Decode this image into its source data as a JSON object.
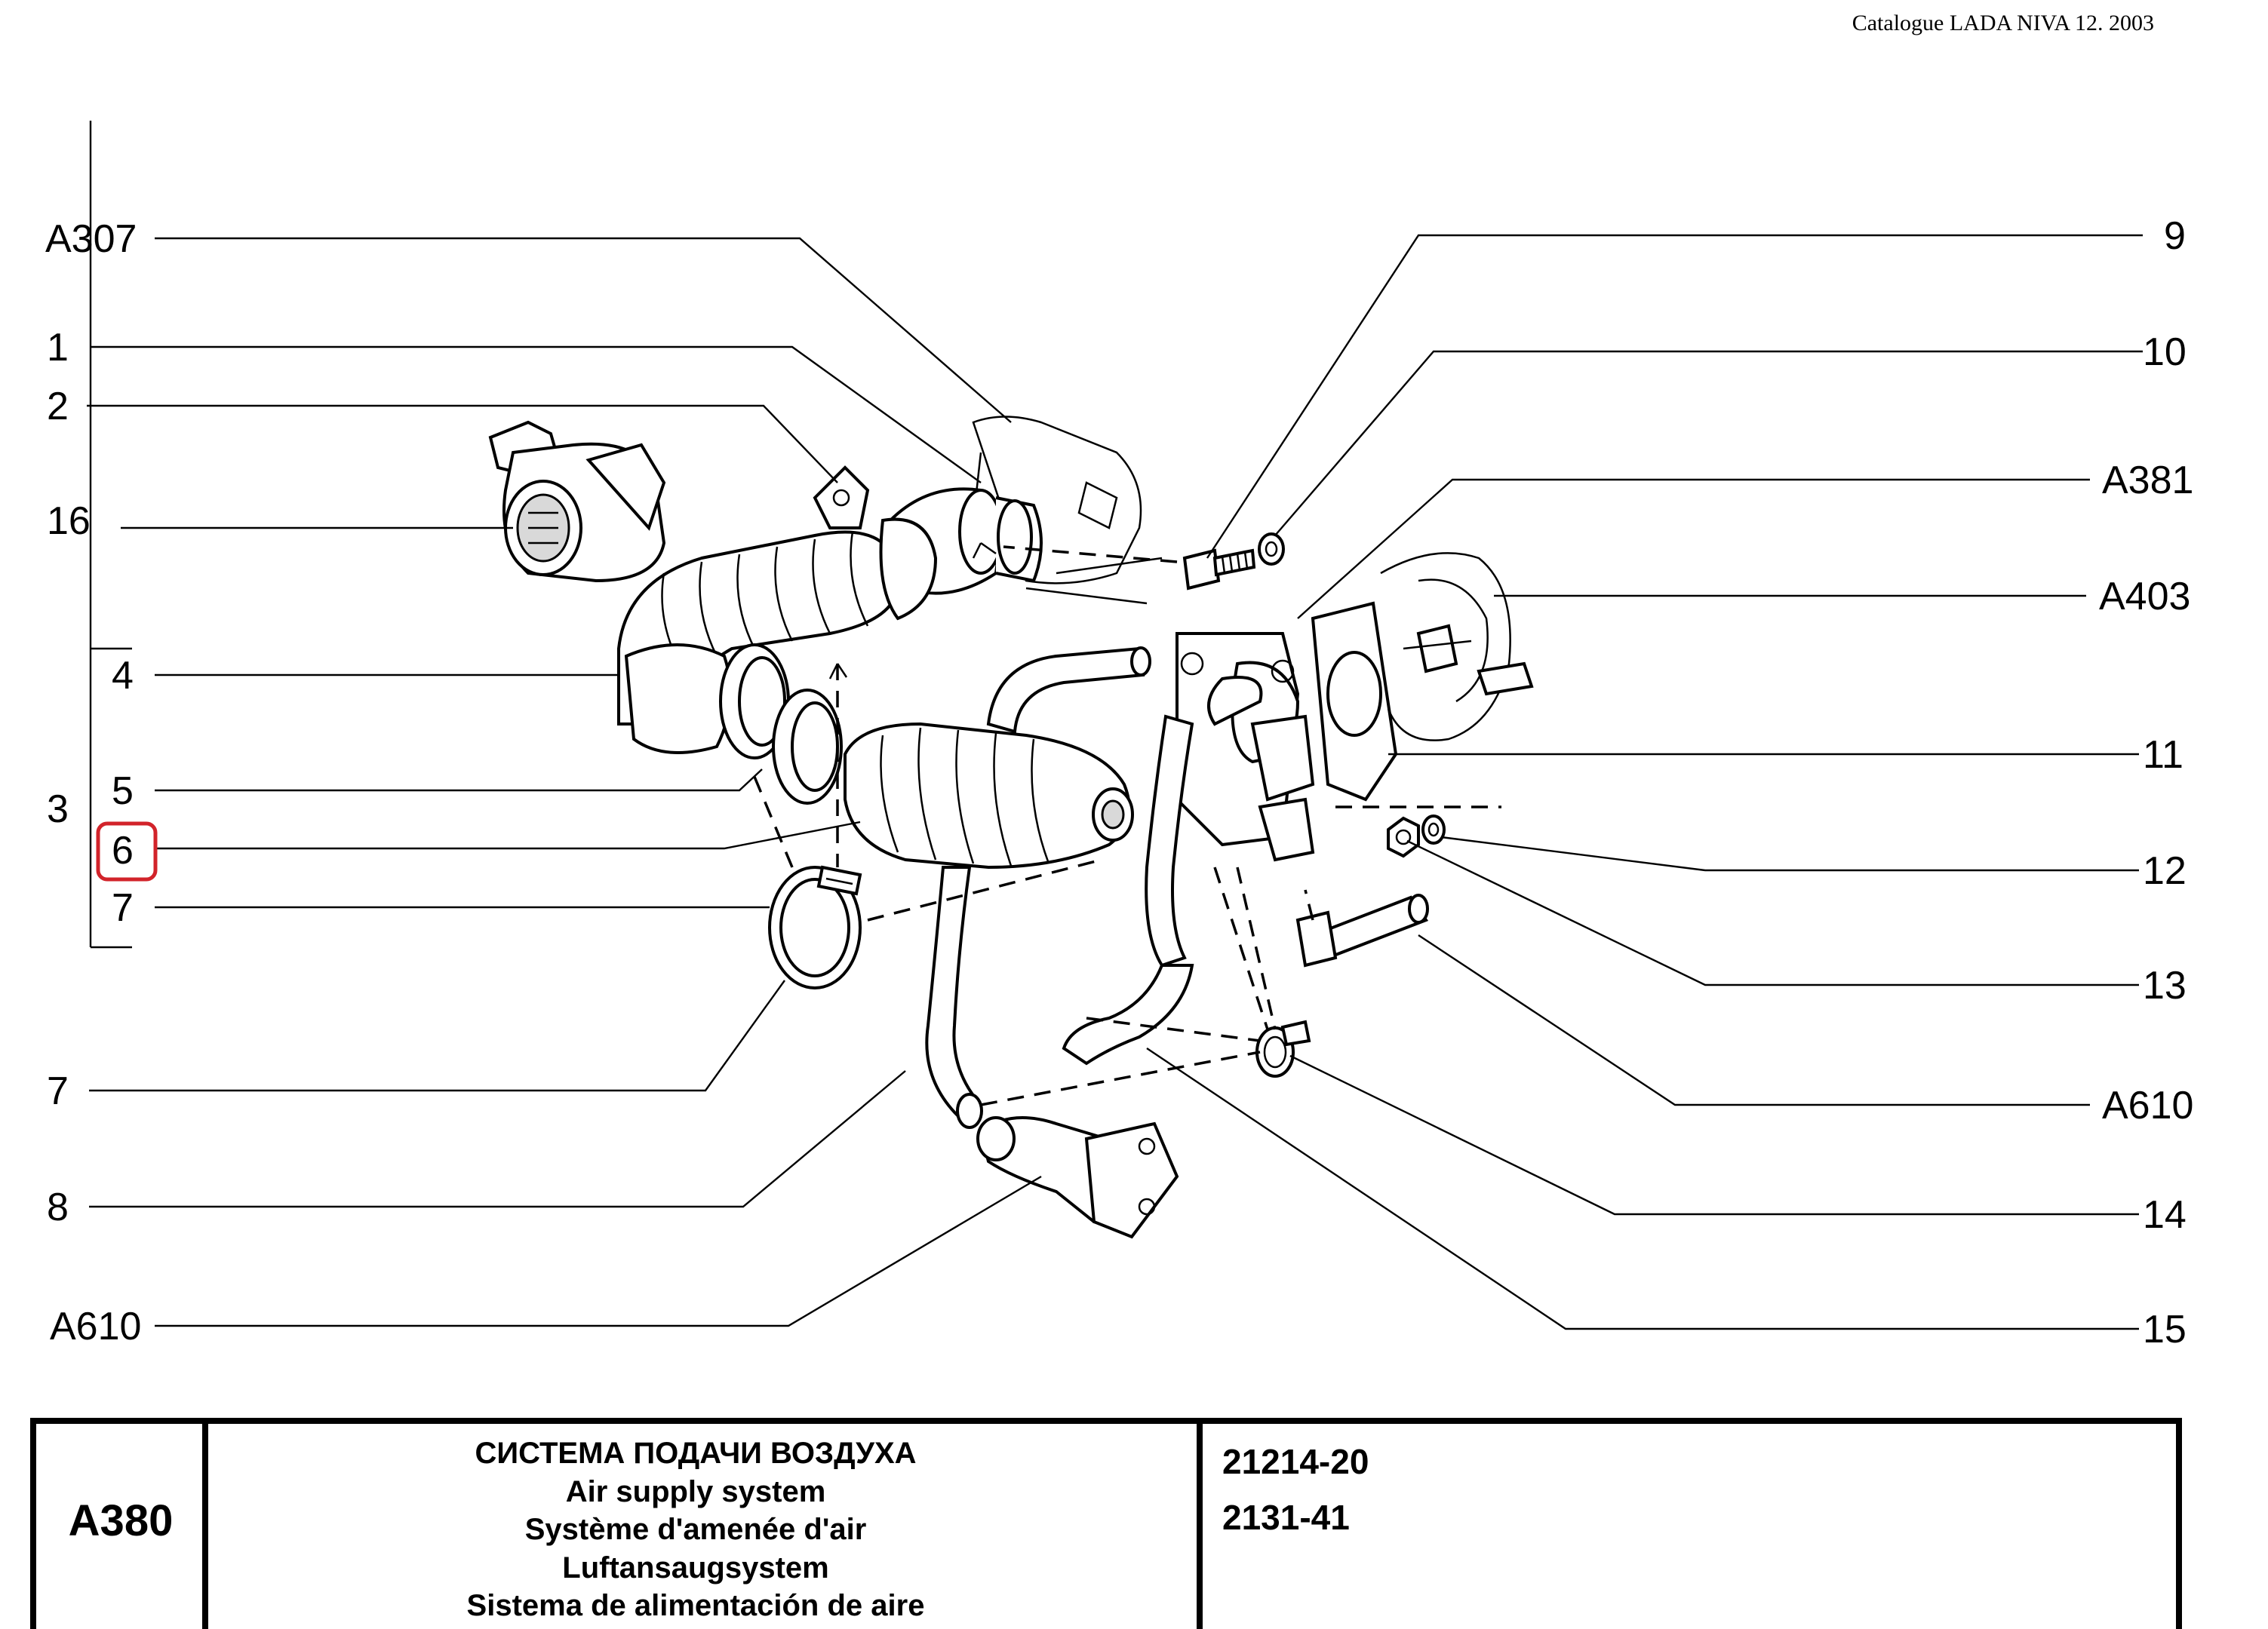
{
  "header": {
    "catalogue": "Catalogue  LADA  NIVA  12.  2003"
  },
  "callouts_left": {
    "a307": "A307",
    "n1": "1",
    "n2": "2",
    "n16": "16",
    "n4": "4",
    "n3": "3",
    "n5": "5",
    "n6": "6",
    "n7a": "7",
    "n7b": "7",
    "n8": "8",
    "a610": "A610"
  },
  "callouts_right": {
    "n9": "9",
    "n10": "10",
    "a381": "A381",
    "a403": "A403",
    "n11": "11",
    "n12": "12",
    "n13": "13",
    "a610": "A610",
    "n14": "14",
    "n15": "15"
  },
  "highlight": {
    "callout": "6",
    "color": "#d2232a"
  },
  "title_block": {
    "code": "A380",
    "titles": [
      "СИСТЕМА ПОДАЧИ ВОЗДУХА",
      "Air supply system",
      "Système d'amenée d'air",
      "Luftansaugsystem",
      "Sistema de alimentación de aire"
    ],
    "models": [
      "21214-20",
      "2131-41"
    ]
  }
}
